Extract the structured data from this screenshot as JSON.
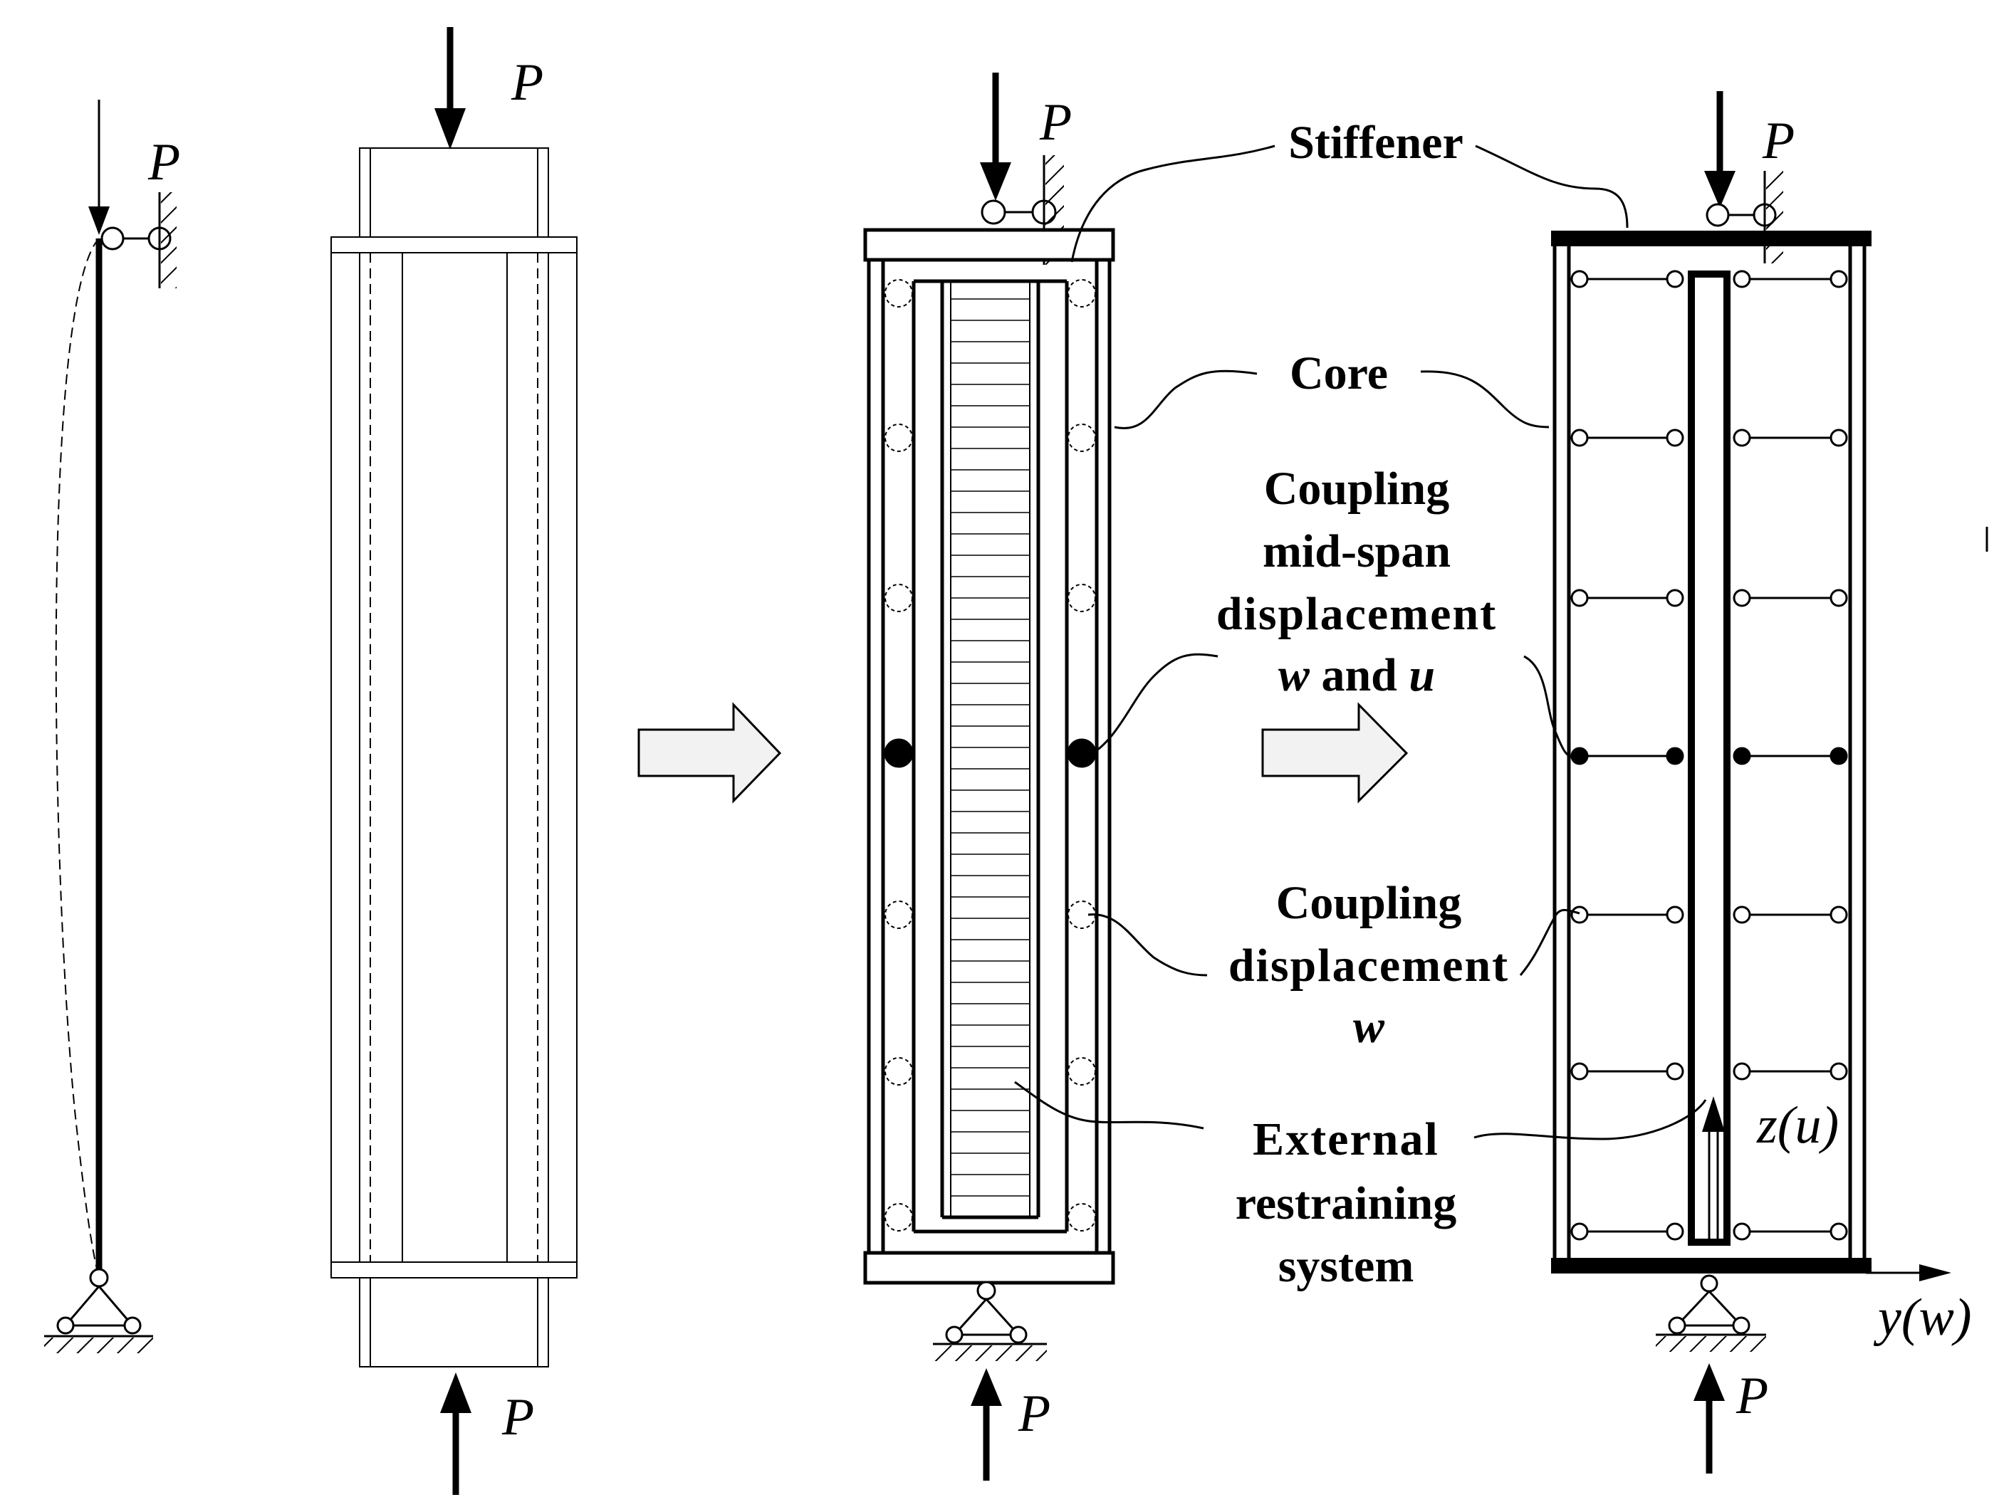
{
  "labels": {
    "load": "P",
    "stiffener": "Stiffener",
    "core": "Core",
    "coupling_mid_1": "Coupling",
    "coupling_mid_2": "mid-span",
    "coupling_mid_3": "displacement",
    "coupling_mid_4_w": "w",
    "coupling_mid_4_and": " and ",
    "coupling_mid_4_u": "u",
    "coupling_1": "Coupling",
    "coupling_2": "displacement",
    "coupling_3_w": "w",
    "external_1": "External",
    "external_2": "restraining",
    "external_3": "system",
    "axis_z": "z(u)",
    "axis_y": "y(w)"
  },
  "colors": {
    "line": "#000000",
    "arrow_fill": "#f2f2f2",
    "background": "#ffffff"
  }
}
